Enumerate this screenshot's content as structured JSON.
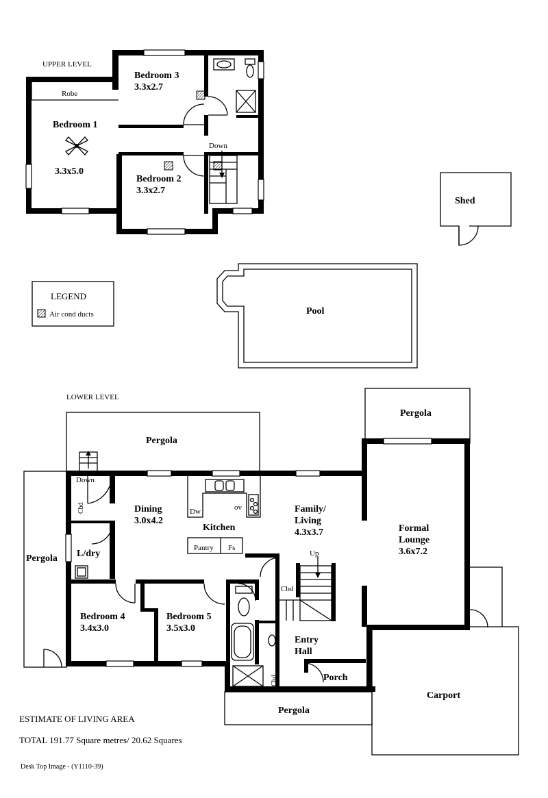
{
  "upper_level": {
    "title": "UPPER LEVEL",
    "rooms": {
      "robe": "Robe",
      "bedroom1_name": "Bedroom 1",
      "bedroom1_size": "3.3x5.0",
      "bedroom3_name": "Bedroom 3",
      "bedroom3_size": "3.3x2.7",
      "bedroom2_name": "Bedroom 2",
      "bedroom2_size": "3.3x2.7",
      "down": "Down"
    }
  },
  "outbuildings": {
    "shed": "Shed",
    "pool": "Pool"
  },
  "legend": {
    "title": "LEGEND",
    "items": [
      {
        "icon": "air-cond-duct-icon",
        "label": "Air cond ducts"
      }
    ]
  },
  "lower_level": {
    "title": "LOWER LEVEL",
    "rooms": {
      "pergola_top": "Pergola",
      "pergola_left": "Pergola",
      "pergola_right": "Pergola",
      "pergola_bottom": "Pergola",
      "down": "Down",
      "cbd_left": "Cbd",
      "dining_name": "Dining",
      "dining_size": "3.0x4.2",
      "kitchen_name": "Kitchen",
      "dw": "Dw",
      "ov": "ov",
      "pantry": "Pantry",
      "fs": "Fs",
      "family_name1": "Family/",
      "family_name2": "Living",
      "family_size": "4.3x3.7",
      "formal_name1": "Formal",
      "formal_name2": "Lounge",
      "formal_size": "3.6x7.2",
      "ldry": "L/dry",
      "up": "Up",
      "cbd_hall": "Cbd",
      "cbd_bath": "Cbd",
      "bedroom4_name": "Bedroom 4",
      "bedroom4_size": "3.4x3.0",
      "bedroom5_name": "Bedroom 5",
      "bedroom5_size": "3.5x3.0",
      "entry1": "Entry",
      "entry2": "Hall",
      "porch": "Porch",
      "carport": "Carport"
    }
  },
  "footer": {
    "estimate_title": "ESTIMATE OF LIVING AREA",
    "total": "TOTAL  191.77 Square metres/  20.62 Squares",
    "credit": "Desk Top Image - (Y1110-39)"
  }
}
